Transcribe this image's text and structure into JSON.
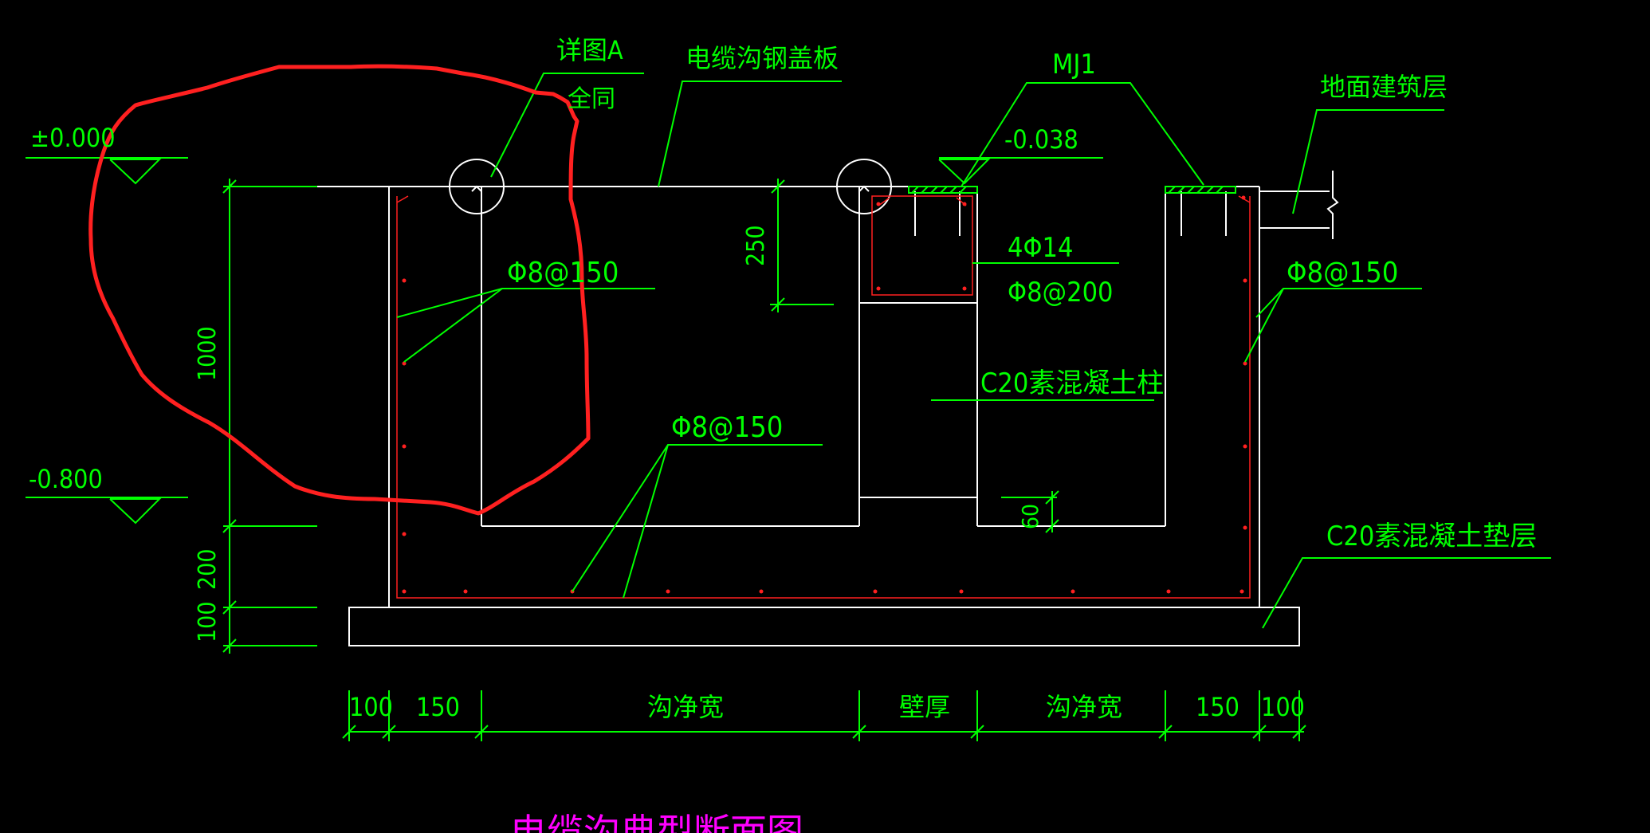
{
  "colors": {
    "background": "#000000",
    "structure": "#ffffff",
    "annotation": "#00ff00",
    "rebar": "#ff2020",
    "markup": "#ff2020",
    "title": "#ff00ff",
    "cover_plate": "#00ff00"
  },
  "labels": {
    "detail_a": "详图A",
    "same": "全同",
    "cover_plate": "电缆沟钢盖板",
    "mj1": "MJ1",
    "ground_layer": "地面建筑层",
    "elev_zero": "±0.000",
    "elev_038": "-0.038",
    "elev_800": "-0.800",
    "rebar_left": "Φ8@150",
    "rebar_right": "Φ8@150",
    "rebar_bottom": "Φ8@150",
    "bars_4": "4Φ14",
    "stirrup": "Φ8@200",
    "pile": "C20素混凝土柱",
    "cushion": "C20素混凝土垫层",
    "dim_250": "250",
    "dim_1000": "1000",
    "dim_200": "200",
    "dim_100_v": "100",
    "dim_60": "60",
    "dim_100_l": "100",
    "dim_150_l": "150",
    "trench_width_l": "沟净宽",
    "wall_thickness": "壁厚",
    "trench_width_r": "沟净宽",
    "dim_150_r": "150",
    "dim_100_r": "100",
    "title": "电缆沟典型断面图"
  },
  "icons": {
    "detail_circle_left": "detail-callout-circle",
    "detail_circle_right": "detail-callout-circle",
    "elevation_marker": "elevation-triangle",
    "break_line": "break-line-symbol"
  }
}
